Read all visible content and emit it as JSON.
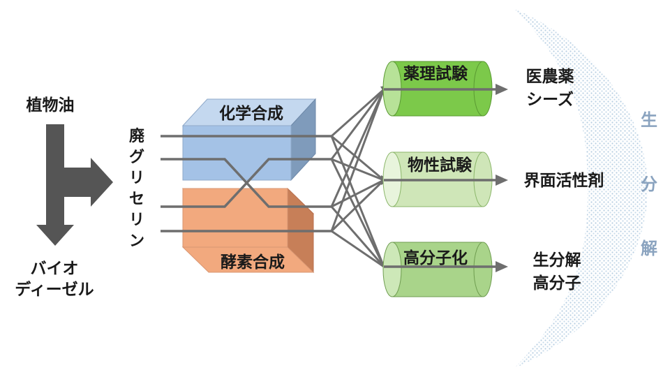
{
  "source": {
    "line1": "植物油"
  },
  "byproduct": {
    "line1": "バイオ",
    "line2": "ディーゼル"
  },
  "feedstock": {
    "label_chars": [
      "廃",
      "グ",
      "リ",
      "セ",
      "リ",
      "ン"
    ]
  },
  "synthesis": [
    {
      "label": "化学合成",
      "color": "#a4c2e6"
    },
    {
      "label": "酵素合成",
      "color": "#f2a97e"
    }
  ],
  "tests": [
    {
      "label": "薬理試験",
      "color": "#7cc94a"
    },
    {
      "label": "物性試験",
      "color": "#cfe6b8"
    },
    {
      "label": "高分子化",
      "color": "#a9d48a"
    }
  ],
  "products": [
    {
      "line1": "医農薬",
      "line2": "シーズ"
    },
    {
      "line1": "界面活性剤",
      "line2": ""
    },
    {
      "line1": "生分解",
      "line2": "高分子"
    }
  ],
  "biodegradation": {
    "chars": [
      "生",
      "分",
      "解"
    ],
    "color": "#8aa3bf"
  }
}
